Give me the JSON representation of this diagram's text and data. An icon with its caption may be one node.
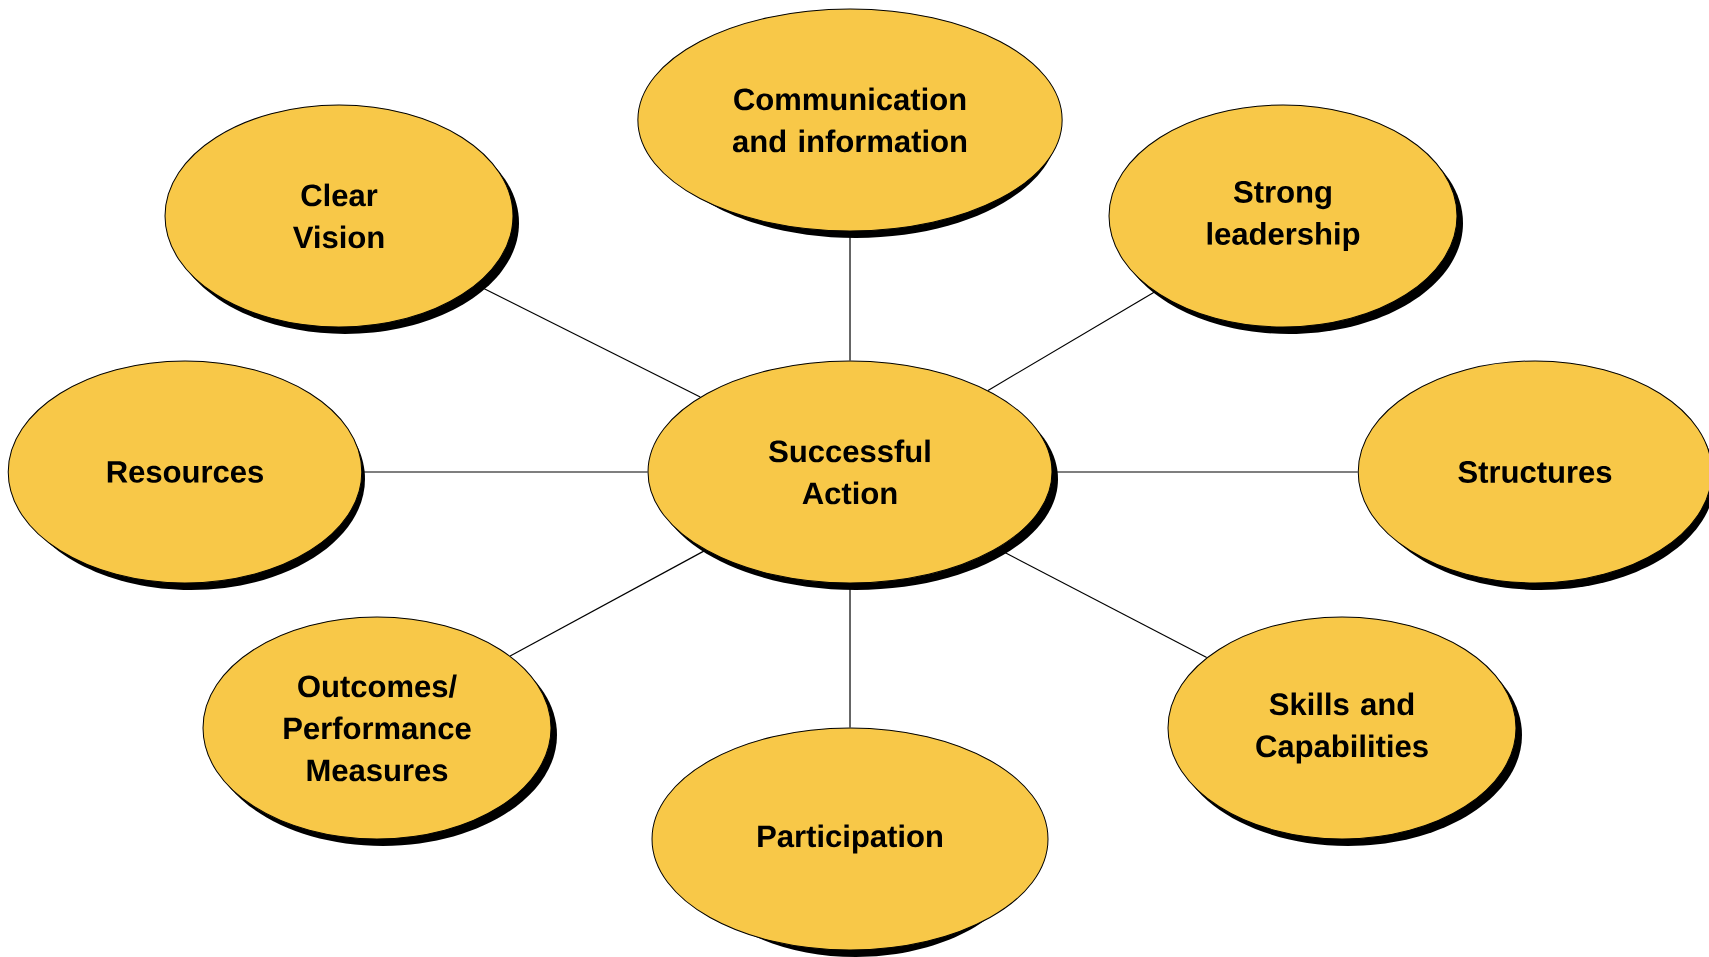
{
  "diagram": {
    "nodes": [
      {
        "text": [
          "Communication and information"
        ]
      },
      {
        "text": [
          "Clear Vision"
        ]
      },
      {
        "text": [
          "Strong leadership"
        ]
      },
      {
        "text": [
          "Resources"
        ]
      },
      {
        "text": [
          "Successful Action"
        ]
      },
      {
        "text": [
          "Structures"
        ]
      },
      {
        "text": [
          "Outcomes/ Performance Measures"
        ]
      },
      {
        "text": [
          "Skills and Capabilities"
        ]
      },
      {
        "text": [
          "Participation"
        ]
      }
    ],
    "edges": [
      {
        "from": 4,
        "to": 0,
        "arrow": "none"
      },
      {
        "from": 4,
        "to": 1,
        "arrow": "none"
      },
      {
        "from": 4,
        "to": 2,
        "arrow": "none"
      },
      {
        "from": 4,
        "to": 3,
        "arrow": "none"
      },
      {
        "from": 4,
        "to": 5,
        "arrow": "none"
      },
      {
        "from": 4,
        "to": 6,
        "arrow": "none"
      },
      {
        "from": 4,
        "to": 7,
        "arrow": "none"
      },
      {
        "from": 4,
        "to": 8,
        "arrow": "none"
      }
    ]
  }
}
